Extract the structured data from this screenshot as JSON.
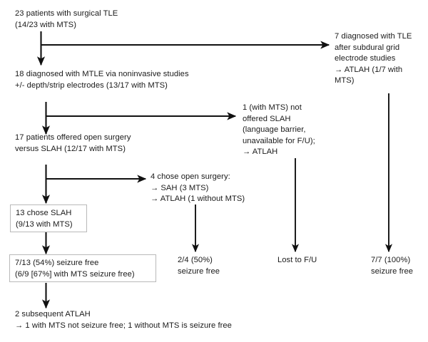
{
  "diagram": {
    "title": "Surgical TLE patient flow diagram",
    "background_color": "#ffffff",
    "text_color": "#1a1a1a",
    "edge_color": "#111111",
    "box_border_color": "#b9b9b9",
    "nodes": [
      {
        "id": "n1",
        "name": "node-23-patients-surgical-tle",
        "text": "23 patients with surgical TLE\n(14/23 with MTS)",
        "boxed": false
      },
      {
        "id": "n2",
        "name": "node-7-diagnosed-after-subdural-grid",
        "text": "7 diagnosed with TLE\nafter subdural grid\nelectrode studies\n→ ATLAH (1/7 with\nMTS)",
        "boxed": false
      },
      {
        "id": "n3",
        "name": "node-18-diagnosed-mtle-noninvasive",
        "text": "18 diagnosed with MTLE via noninvasive studies\n+/- depth/strip electrodes (13/17 with MTS)",
        "boxed": false
      },
      {
        "id": "n4",
        "name": "node-1-not-offered-slah",
        "text": "1 (with MTS) not\noffered SLAH\n(language barrier,\nunavailable for F/U);\n→ ATLAH",
        "boxed": false
      },
      {
        "id": "n5",
        "name": "node-17-offered-open-surgery",
        "text": "17 patients offered open surgery\nversus SLAH (12/17 with MTS)",
        "boxed": false
      },
      {
        "id": "n6",
        "name": "node-4-chose-open-surgery",
        "text": "4 chose open surgery:\n  → SAH (3 MTS)\n  → ATLAH (1 without MTS)",
        "boxed": false
      },
      {
        "id": "n7",
        "name": "node-13-chose-slah",
        "text": "13 chose SLAH\n(9/13 with MTS)",
        "boxed": true
      },
      {
        "id": "n8",
        "name": "node-7-of-13-seizure-free",
        "text": "7/13 (54%) seizure free\n(6/9 [67%] with MTS seizure free)",
        "boxed": true
      },
      {
        "id": "n9",
        "name": "node-2-of-4-seizure-free",
        "text": "2/4 (50%)\nseizure free",
        "boxed": false
      },
      {
        "id": "n10",
        "name": "node-lost-to-follow-up",
        "text": "Lost to F/U",
        "boxed": false
      },
      {
        "id": "n11",
        "name": "node-7-of-7-seizure-free",
        "text": "7/7 (100%)\nseizure free",
        "boxed": false
      },
      {
        "id": "n12",
        "name": "node-2-subsequent-atlah",
        "text": "2 subsequent ATLAH\n→ 1 with MTS not seizure free; 1 without MTS is seizure free",
        "boxed": false
      }
    ],
    "edges": [
      {
        "name": "edge-23-to-18",
        "kind": "vertical"
      },
      {
        "name": "edge-23-to-7-subdural",
        "kind": "branch-right"
      },
      {
        "name": "edge-18-to-17",
        "kind": "vertical"
      },
      {
        "name": "edge-18-to-1-not-offered",
        "kind": "branch-right"
      },
      {
        "name": "edge-17-to-13-slah",
        "kind": "vertical"
      },
      {
        "name": "edge-17-to-4-open-surgery",
        "kind": "branch-right"
      },
      {
        "name": "edge-13slah-to-seizure-free",
        "kind": "vertical"
      },
      {
        "name": "edge-seizure-free-to-2-subsequent",
        "kind": "vertical"
      },
      {
        "name": "edge-4-open-to-2of4",
        "kind": "vertical"
      },
      {
        "name": "edge-1-not-offered-to-lost",
        "kind": "vertical"
      },
      {
        "name": "edge-7-subdural-to-7of7",
        "kind": "vertical"
      }
    ]
  }
}
